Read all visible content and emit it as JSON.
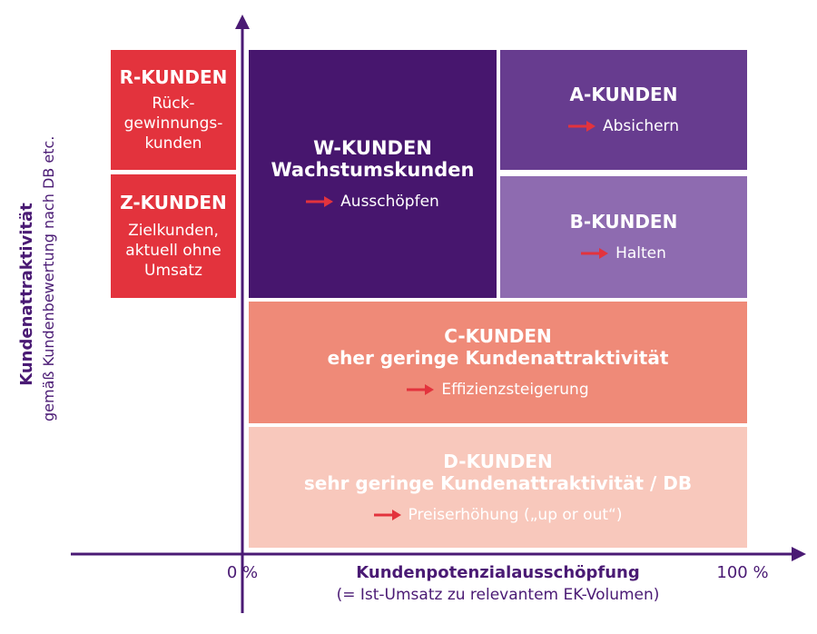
{
  "segments": {
    "r": {
      "title": "R-KUNDEN",
      "desc_lines": [
        "Rück-",
        "gewinnungs-",
        "kunden"
      ]
    },
    "z": {
      "title": "Z-KUNDEN",
      "desc_lines": [
        "Zielkunden,",
        "aktuell ohne",
        "Umsatz"
      ]
    },
    "w": {
      "title": "W-KUNDEN",
      "subtitle": "Wachstumskunden",
      "action": "Ausschöpfen"
    },
    "a": {
      "title": "A-KUNDEN",
      "action": "Absichern"
    },
    "b": {
      "title": "B-KUNDEN",
      "action": "Halten"
    },
    "c": {
      "title": "C-KUNDEN",
      "subtitle": "eher geringe Kundenattraktivität",
      "action": "Effizienzsteigerung"
    },
    "d": {
      "title": "D-KUNDEN",
      "subtitle": "sehr geringe Kundenattraktivität / DB",
      "action": "Preiserhöhung („up or out“)"
    }
  },
  "x_axis": {
    "title": "Kundenpotenzialausschöpfung",
    "subtitle": "(= Ist-Umsatz zu relevantem EK-Volumen)",
    "min_label": "0 %",
    "max_label": "100 %"
  },
  "y_axis": {
    "title": "Kundenattraktivität",
    "subtitle": "gemäß Kundenbewertung nach DB etc."
  },
  "colors": {
    "axis": "#4a1a74",
    "arrow": "#e3333d",
    "r_z": "#e3333d",
    "w": "#47166e",
    "a": "#673c8f",
    "b": "#8e6bb0",
    "c": "#ef8a78",
    "d": "#f8c8bc"
  },
  "icons": {
    "action_marker": "red-right-arrow-icon"
  }
}
